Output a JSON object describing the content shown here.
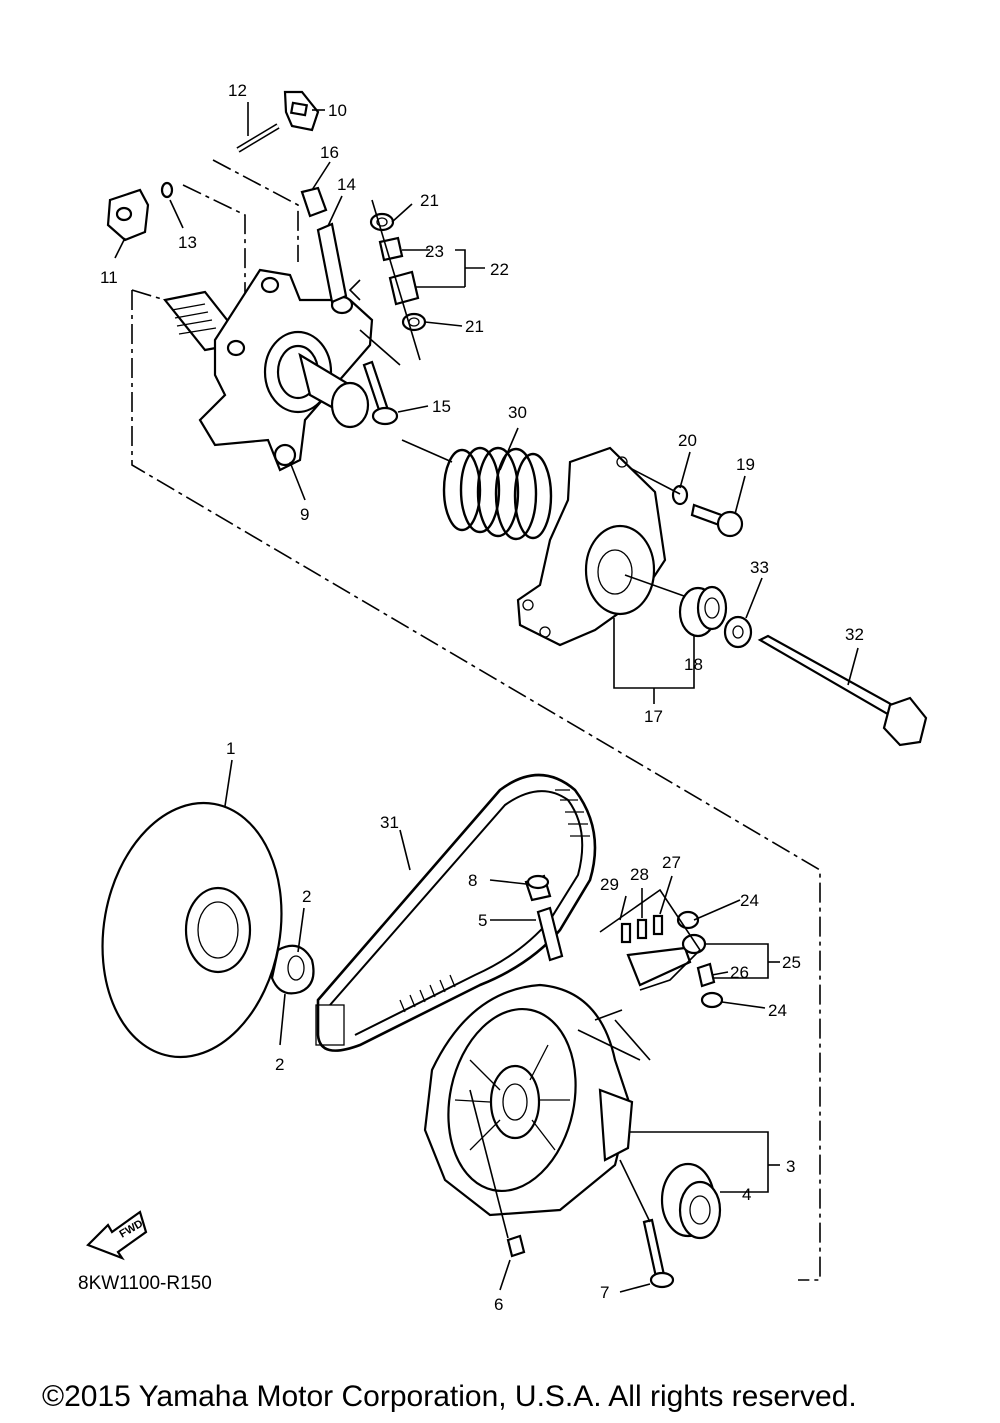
{
  "diagram": {
    "code": "8KW1100-R150",
    "fwd_label": "FWD",
    "copyright": "©2015 Yamaha Motor Corporation, U.S.A. All rights reserved.",
    "callouts": [
      {
        "id": "c1",
        "text": "1"
      },
      {
        "id": "c2a",
        "text": "2"
      },
      {
        "id": "c2b",
        "text": "2"
      },
      {
        "id": "c3",
        "text": "3"
      },
      {
        "id": "c4",
        "text": "4"
      },
      {
        "id": "c5",
        "text": "5"
      },
      {
        "id": "c6",
        "text": "6"
      },
      {
        "id": "c7",
        "text": "7"
      },
      {
        "id": "c8",
        "text": "8"
      },
      {
        "id": "c9",
        "text": "9"
      },
      {
        "id": "c10",
        "text": "10"
      },
      {
        "id": "c11",
        "text": "11"
      },
      {
        "id": "c12",
        "text": "12"
      },
      {
        "id": "c13",
        "text": "13"
      },
      {
        "id": "c14",
        "text": "14"
      },
      {
        "id": "c15",
        "text": "15"
      },
      {
        "id": "c16",
        "text": "16"
      },
      {
        "id": "c17",
        "text": "17"
      },
      {
        "id": "c18",
        "text": "18"
      },
      {
        "id": "c19",
        "text": "19"
      },
      {
        "id": "c20",
        "text": "20"
      },
      {
        "id": "c21a",
        "text": "21"
      },
      {
        "id": "c21b",
        "text": "21"
      },
      {
        "id": "c22",
        "text": "22"
      },
      {
        "id": "c23",
        "text": "23"
      },
      {
        "id": "c24a",
        "text": "24"
      },
      {
        "id": "c24b",
        "text": "24"
      },
      {
        "id": "c25",
        "text": "25"
      },
      {
        "id": "c26",
        "text": "26"
      },
      {
        "id": "c27",
        "text": "27"
      },
      {
        "id": "c28",
        "text": "28"
      },
      {
        "id": "c29",
        "text": "29"
      },
      {
        "id": "c30",
        "text": "30"
      },
      {
        "id": "c31",
        "text": "31"
      },
      {
        "id": "c32",
        "text": "32"
      },
      {
        "id": "c33",
        "text": "33"
      }
    ]
  }
}
